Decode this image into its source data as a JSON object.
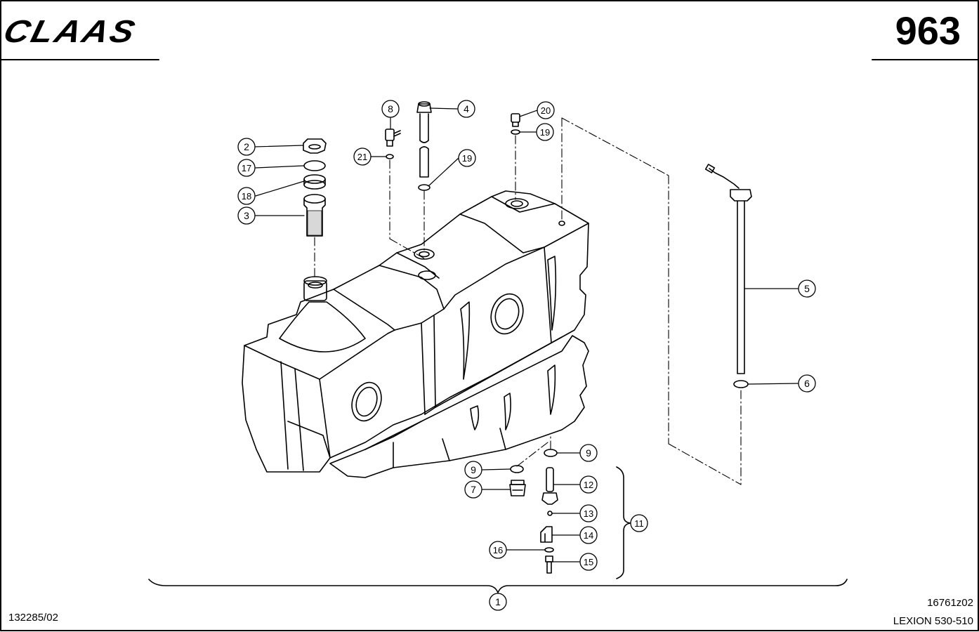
{
  "header": {
    "logo_text": "CLAAS",
    "page_number": "963"
  },
  "footer": {
    "doc_number": "132285/02",
    "figure_code": "16761z02",
    "model": "LEXION 530-510"
  },
  "callouts": [
    {
      "id": "c1",
      "label": "1"
    },
    {
      "id": "c2",
      "label": "2"
    },
    {
      "id": "c3",
      "label": "3"
    },
    {
      "id": "c4",
      "label": "4"
    },
    {
      "id": "c5",
      "label": "5"
    },
    {
      "id": "c6",
      "label": "6"
    },
    {
      "id": "c7",
      "label": "7"
    },
    {
      "id": "c8",
      "label": "8"
    },
    {
      "id": "c9a",
      "label": "9"
    },
    {
      "id": "c9b",
      "label": "9"
    },
    {
      "id": "c11",
      "label": "11"
    },
    {
      "id": "c12",
      "label": "12"
    },
    {
      "id": "c13",
      "label": "13"
    },
    {
      "id": "c14",
      "label": "14"
    },
    {
      "id": "c15",
      "label": "15"
    },
    {
      "id": "c16",
      "label": "16"
    },
    {
      "id": "c17",
      "label": "17"
    },
    {
      "id": "c18",
      "label": "18"
    },
    {
      "id": "c19a",
      "label": "19"
    },
    {
      "id": "c19b",
      "label": "19"
    },
    {
      "id": "c20",
      "label": "20"
    },
    {
      "id": "c21",
      "label": "21"
    }
  ]
}
